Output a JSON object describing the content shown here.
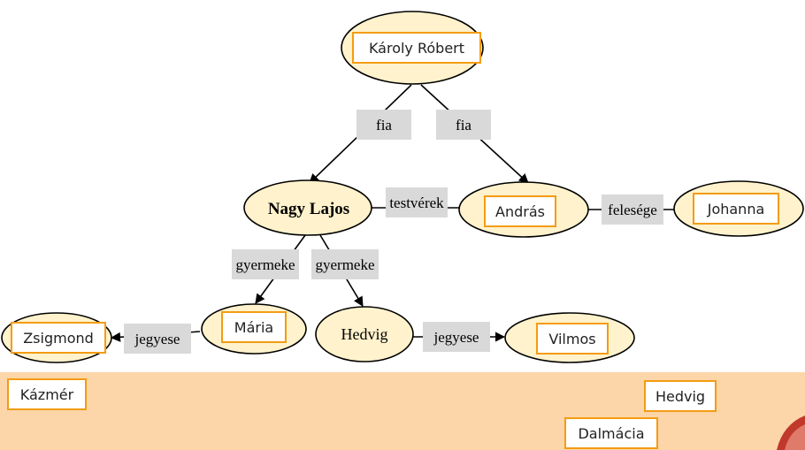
{
  "nodes": {
    "karoly_robert": "Károly Róbert",
    "nagy_lajos": "Nagy Lajos",
    "andras": "András",
    "johanna": "Johanna",
    "maria": "Mária",
    "hedvig": "Hedvig",
    "zsigmond": "Zsigmond",
    "vilmos": "Vilmos"
  },
  "edges": {
    "fia_left": "fia",
    "fia_right": "fia",
    "testverek": "testvérek",
    "felesege": "felesége",
    "gyermeke_left": "gyermeke",
    "gyermeke_right": "gyermeke",
    "jegyese_left": "jegyese",
    "jegyese_right": "jegyese"
  },
  "band": {
    "kazmer": "Kázmér",
    "hedvig": "Hedvig",
    "dalmacia": "Dalmácia"
  },
  "colors": {
    "node_fill": "#fff2cc",
    "label_fill": "#d9d9d9",
    "box_border": "#f39c12",
    "band_fill": "#fcd5a8"
  }
}
